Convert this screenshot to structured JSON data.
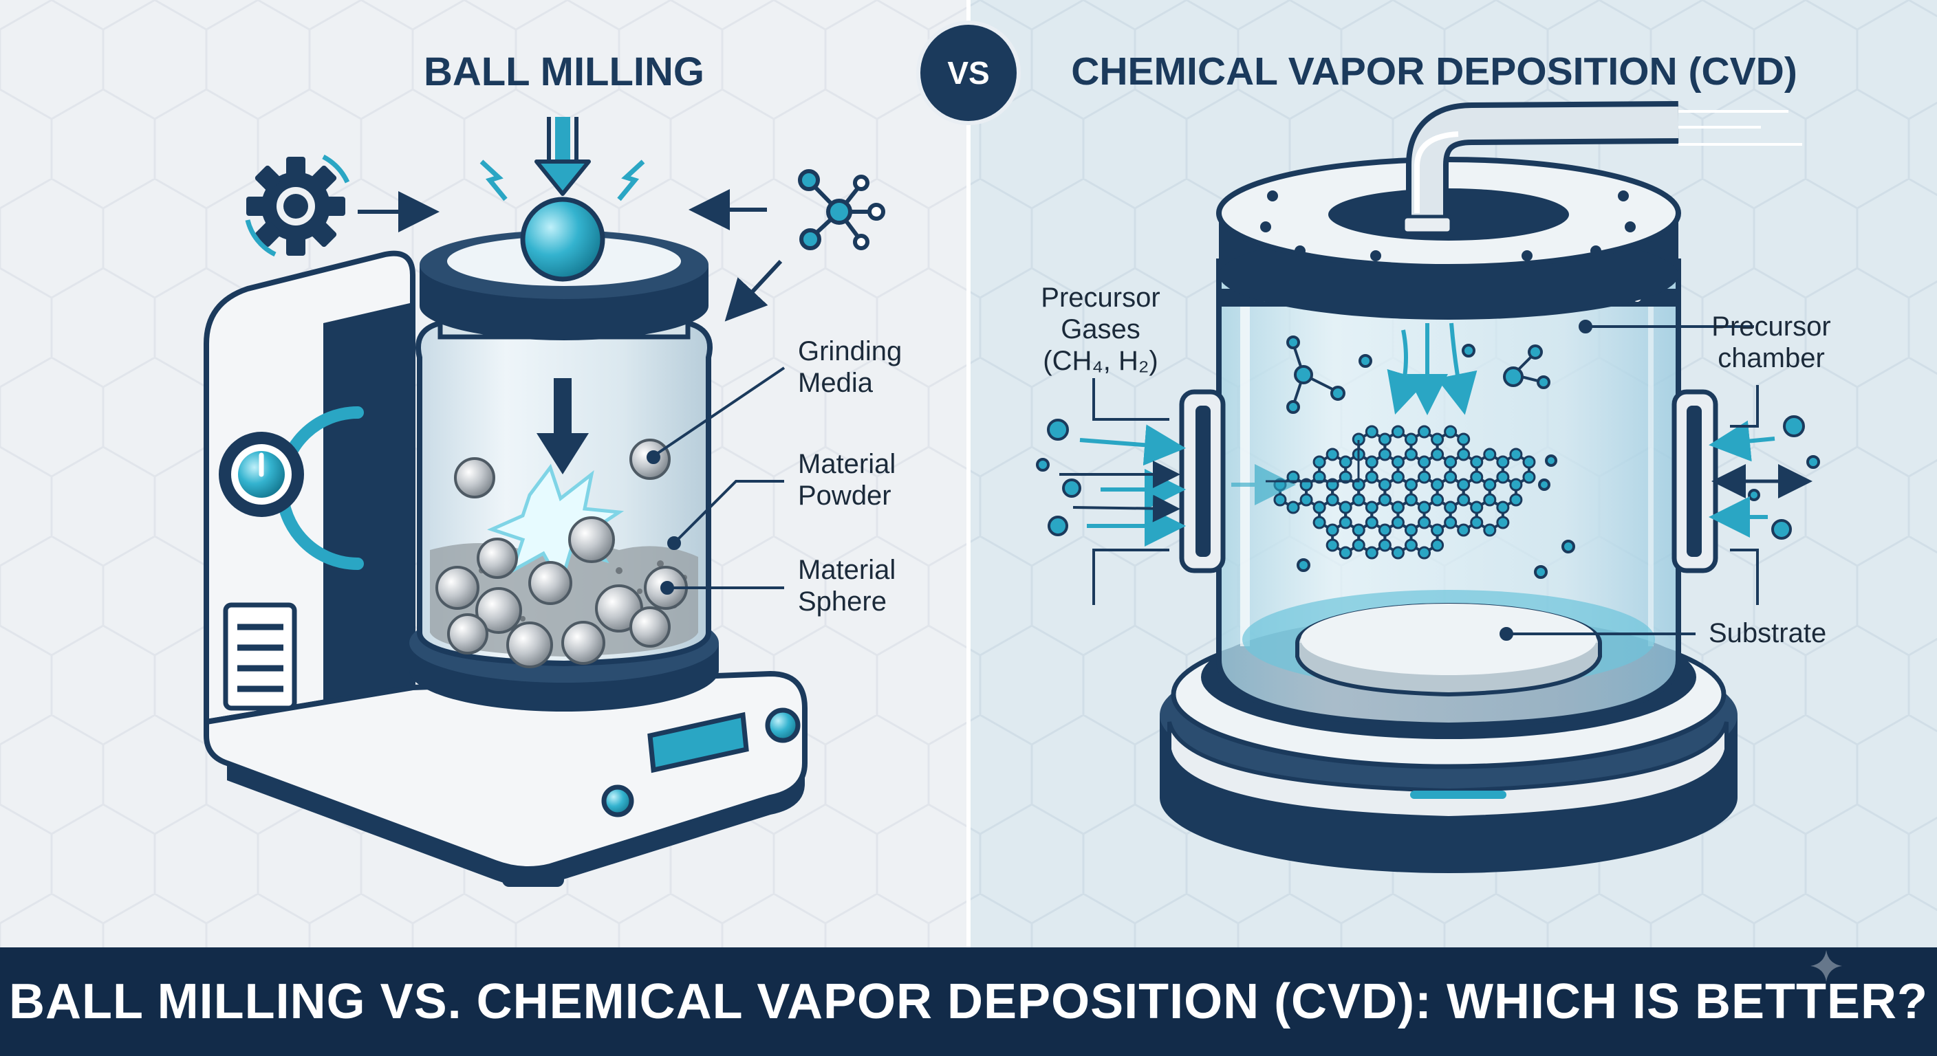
{
  "left_panel": {
    "title": "BALL MILLING",
    "labels": {
      "grinding_media": [
        "Grinding",
        "Media"
      ],
      "material_powder": [
        "Material",
        "Powder"
      ],
      "material_sphere": [
        "Material",
        "Sphere"
      ]
    }
  },
  "vs_badge": "VS",
  "right_panel": {
    "title": "CHEMICAL VAPOR DEPOSITION (CVD)",
    "labels": {
      "precursor_gases": [
        "Precursor",
        "Gases",
        "(CH₄, H₂)"
      ],
      "precursor_chamber": [
        "Precursor",
        "chamber"
      ],
      "substrate": "Substrate"
    }
  },
  "banner": "BALL MILLING VS. CHEMICAL VAPOR DEPOSITION (CVD): WHICH IS BETTER?",
  "colors": {
    "navy": "#1b3a5c",
    "banner": "#122b49",
    "teal": "#2aa6c4",
    "left_bg": "#eef1f4",
    "right_bg": "#dfeaf0"
  },
  "icons": [
    "gear-icon",
    "molecule-icon",
    "impact-arrow-icon",
    "sparkle-icon"
  ]
}
